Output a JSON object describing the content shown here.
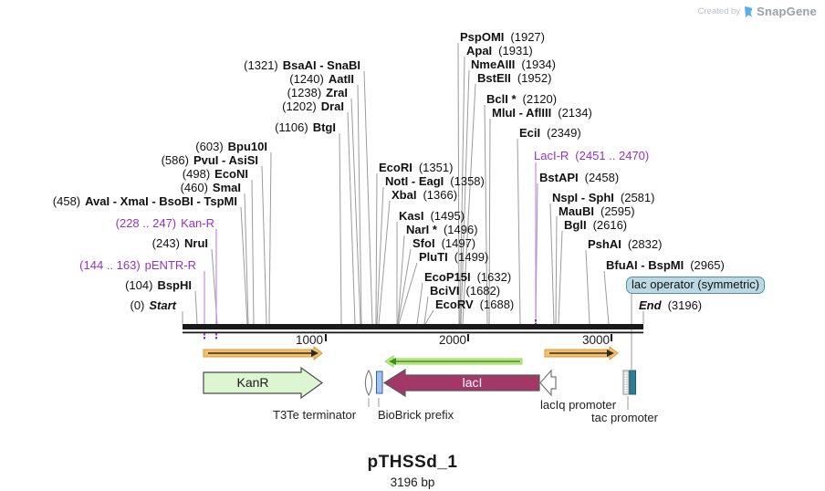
{
  "branding": {
    "created_by": "Created by",
    "brand": "SnapGene"
  },
  "plasmid": {
    "name": "pTHSSd_1",
    "length": "3196 bp"
  },
  "ruler": {
    "t1": "1000",
    "t2": "2000",
    "t3": "3000"
  },
  "sites": {
    "left": [
      {
        "pos": "(1321)",
        "name": "BsaAI - SnaBI"
      },
      {
        "pos": "(1240)",
        "name": "AatII"
      },
      {
        "pos": "(1238)",
        "name": "ZraI"
      },
      {
        "pos": "(1202)",
        "name": "DraI"
      },
      {
        "pos": "(1106)",
        "name": "BtgI"
      },
      {
        "pos": "(603)",
        "name": "Bpu10I"
      },
      {
        "pos": "(586)",
        "name": "PvuI - AsiSI"
      },
      {
        "pos": "(498)",
        "name": "EcoNI"
      },
      {
        "pos": "(460)",
        "name": "SmaI"
      },
      {
        "pos": "(458)",
        "name": "AvaI - XmaI - BsoBI - TspMI"
      },
      {
        "pos": "(228 .. 247)",
        "name": "Kan-R"
      },
      {
        "pos": "(243)",
        "name": "NruI"
      },
      {
        "pos": "(144 .. 163)",
        "name": "pENTR-R"
      },
      {
        "pos": "(104)",
        "name": "BspHI"
      },
      {
        "pos": "(0)",
        "name": "Start"
      }
    ],
    "mid": [
      {
        "name": "EcoRI",
        "pos": "(1351)"
      },
      {
        "name": "NotI - EagI",
        "pos": "(1358)"
      },
      {
        "name": "XbaI",
        "pos": "(1366)"
      },
      {
        "name": "KasI",
        "pos": "(1495)"
      },
      {
        "name": "NarI *",
        "pos": "(1496)"
      },
      {
        "name": "SfoI",
        "pos": "(1497)"
      },
      {
        "name": "PluTI",
        "pos": "(1499)"
      },
      {
        "name": "EcoP15I",
        "pos": "(1632)"
      },
      {
        "name": "BciVI",
        "pos": "(1682)"
      },
      {
        "name": "EcoRV",
        "pos": "(1688)"
      }
    ],
    "top": [
      {
        "name": "PspOMI",
        "pos": "(1927)"
      },
      {
        "name": "ApaI",
        "pos": "(1931)"
      },
      {
        "name": "NmeAIII",
        "pos": "(1934)"
      },
      {
        "name": "BstEII",
        "pos": "(1952)"
      },
      {
        "name": "BclI *",
        "pos": "(2120)"
      },
      {
        "name": "MluI - AflIII",
        "pos": "(2134)"
      },
      {
        "name": "EciI",
        "pos": "(2349)"
      }
    ],
    "right": [
      {
        "name": "LacI-R",
        "pos": "(2451 .. 2470)"
      },
      {
        "name": "BstAPI",
        "pos": "(2458)"
      },
      {
        "name": "NspI - SphI",
        "pos": "(2581)"
      },
      {
        "name": "MauBI",
        "pos": "(2595)"
      },
      {
        "name": "BglI",
        "pos": "(2616)"
      },
      {
        "name": "PshAI",
        "pos": "(2832)"
      },
      {
        "name": "BfuAI - BspMI",
        "pos": "(2965)"
      },
      {
        "name": "End",
        "pos": "(3196)"
      }
    ]
  },
  "features": {
    "kanr": "KanR",
    "laci": "lacI",
    "t3te": "T3Te terminator",
    "biobrick": "BioBrick prefix",
    "laciq": "lacIq promoter",
    "tac": "tac promoter",
    "lac_operator": "lac operator (symmetric)"
  },
  "colors": {
    "primer_purple": "#9632C8",
    "orf_orange": "#F6BE67",
    "orf_green": "#BCEC83",
    "kanr_fill": "#DCF6D2",
    "laci_fill": "#A23768",
    "operator_teal": "#2F7D95",
    "operator_label_bg": "#BCD9E3"
  }
}
